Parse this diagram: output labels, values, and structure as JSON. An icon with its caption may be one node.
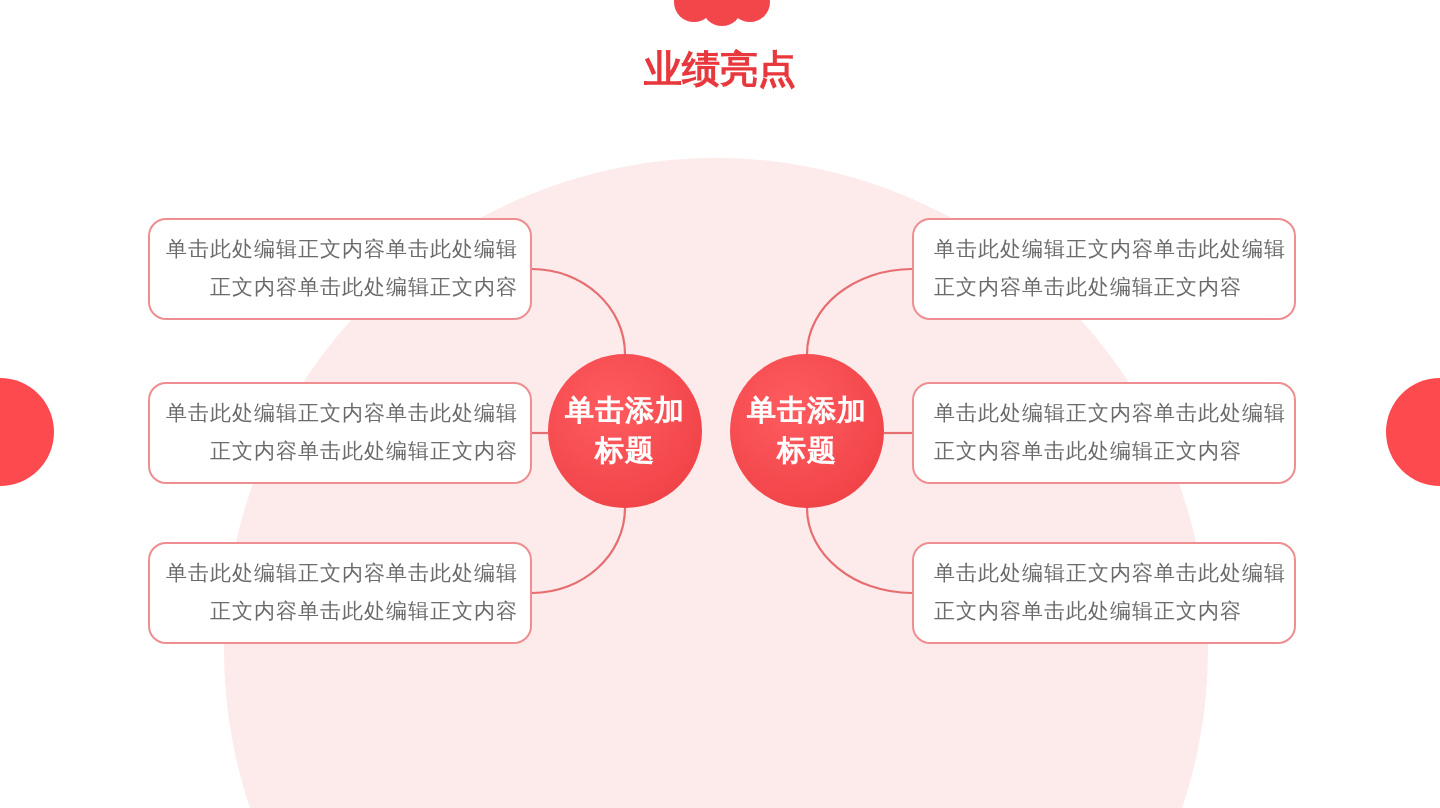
{
  "diagram": {
    "title": "业绩亮点",
    "nodes": [
      {
        "text": [
          "单击此处编辑正文内容单击此处编辑正文内容单击此处编辑正文内容"
        ]
      },
      {
        "text": [
          "单击此处编辑正文内容单击此处编辑正文内容单击此处编辑正文内容"
        ]
      },
      {
        "text": [
          "单击此处编辑正文内容单击此处编辑正文内容单击此处编辑正文内容"
        ]
      },
      {
        "text": [
          "单击添加标题"
        ]
      },
      {
        "text": [
          "单击添加标题"
        ]
      },
      {
        "text": [
          "单击此处编辑正文内容单击此处编辑正文内容单击此处编辑正文内容"
        ]
      },
      {
        "text": [
          "单击此处编辑正文内容单击此处编辑正文内容单击此处编辑正文内容"
        ]
      },
      {
        "text": [
          "单击此处编辑正文内容单击此处编辑正文内容单击此处编辑正文内容"
        ]
      }
    ],
    "edges": [
      {
        "from": 3,
        "to": 0,
        "arrow": "none"
      },
      {
        "from": 3,
        "to": 1,
        "arrow": "none"
      },
      {
        "from": 3,
        "to": 2,
        "arrow": "none"
      },
      {
        "from": 4,
        "to": 5,
        "arrow": "none"
      },
      {
        "from": 4,
        "to": 6,
        "arrow": "none"
      },
      {
        "from": 4,
        "to": 7,
        "arrow": "none"
      }
    ]
  }
}
